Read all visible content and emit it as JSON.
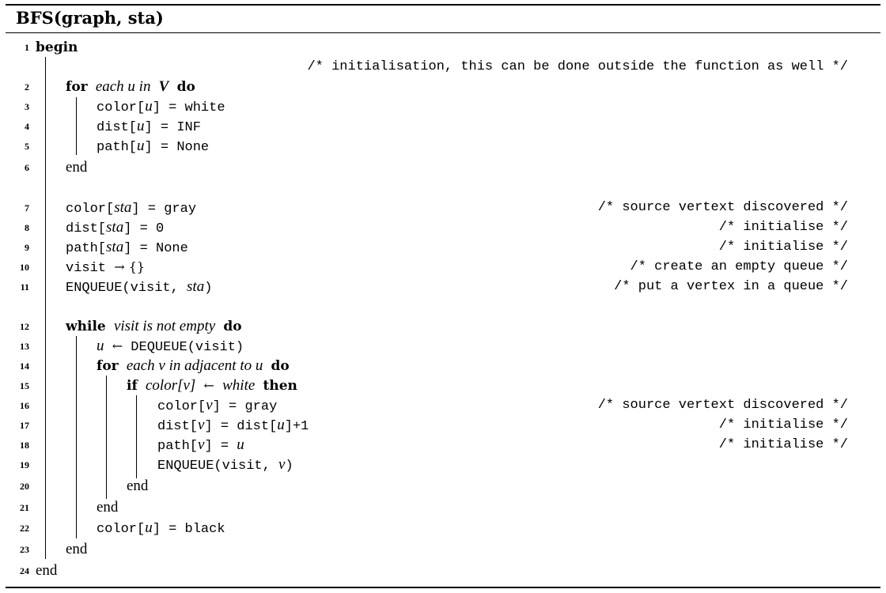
{
  "algorithm": {
    "title": "BFS(graph, sta)",
    "lines": [
      {
        "num": "1",
        "parts": [
          {
            "kw": "begin"
          }
        ]
      },
      {
        "num": "",
        "parts": [],
        "comment": "/* initialisation, this can be done outside the function as well */"
      },
      {
        "num": "2",
        "parts": [
          {
            "kw": "for"
          },
          {
            "t": " "
          },
          {
            "it": "each u in"
          },
          {
            "t": " "
          },
          {
            "itb": "V"
          },
          {
            "t": " "
          },
          {
            "kw": "do"
          }
        ]
      },
      {
        "num": "3",
        "parts": [
          {
            "t": "color["
          },
          {
            "it": "u"
          },
          {
            "t": "] = white"
          }
        ]
      },
      {
        "num": "4",
        "parts": [
          {
            "t": "dist["
          },
          {
            "it": "u"
          },
          {
            "t": "] = INF"
          }
        ]
      },
      {
        "num": "5",
        "parts": [
          {
            "t": "path["
          },
          {
            "it": "u"
          },
          {
            "t": "] = None"
          }
        ]
      },
      {
        "num": "6",
        "parts": [
          {
            "kwn": "end"
          }
        ]
      },
      {
        "num": "7",
        "parts": [
          {
            "t": "color["
          },
          {
            "it": "sta"
          },
          {
            "t": "] = gray"
          }
        ],
        "comment": "/* source vertext discovered */"
      },
      {
        "num": "8",
        "parts": [
          {
            "t": "dist["
          },
          {
            "it": "sta"
          },
          {
            "t": "] = 0"
          }
        ],
        "comment": "/* initialise */"
      },
      {
        "num": "9",
        "parts": [
          {
            "t": "path["
          },
          {
            "it": "sta"
          },
          {
            "t": "] = None"
          }
        ],
        "comment": "/* initialise */"
      },
      {
        "num": "10",
        "parts": [
          {
            "t": "visit "
          },
          {
            "sym": "→ {}"
          }
        ],
        "comment": "/* create an empty queue */"
      },
      {
        "num": "11",
        "parts": [
          {
            "t": "ENQUEUE(visit, "
          },
          {
            "it": "sta"
          },
          {
            "t": ")"
          }
        ],
        "comment": "/* put a vertex in a queue */"
      },
      {
        "num": "12",
        "parts": [
          {
            "kw": "while"
          },
          {
            "t": " "
          },
          {
            "it": "visit is not empty"
          },
          {
            "t": " "
          },
          {
            "kw": "do"
          }
        ]
      },
      {
        "num": "13",
        "parts": [
          {
            "it": "u"
          },
          {
            "t": " "
          },
          {
            "sym": "←"
          },
          {
            "t": " DEQUEUE(visit)"
          }
        ]
      },
      {
        "num": "14",
        "parts": [
          {
            "kw": "for"
          },
          {
            "t": " "
          },
          {
            "it": "each v in adjacent to u"
          },
          {
            "t": " "
          },
          {
            "kw": "do"
          }
        ]
      },
      {
        "num": "15",
        "parts": [
          {
            "kw": "if"
          },
          {
            "t": " "
          },
          {
            "it": "color[v]"
          },
          {
            "t": " "
          },
          {
            "sym": "←"
          },
          {
            "t": " "
          },
          {
            "it": "white"
          },
          {
            "t": " "
          },
          {
            "kw": "then"
          }
        ]
      },
      {
        "num": "16",
        "parts": [
          {
            "t": "color["
          },
          {
            "it": "v"
          },
          {
            "t": "] = gray"
          }
        ],
        "comment": "/* source vertext discovered */"
      },
      {
        "num": "17",
        "parts": [
          {
            "t": "dist["
          },
          {
            "it": "v"
          },
          {
            "t": "] = dist["
          },
          {
            "it": "u"
          },
          {
            "t": "]+1"
          }
        ],
        "comment": "/* initialise */"
      },
      {
        "num": "18",
        "parts": [
          {
            "t": "path["
          },
          {
            "it": "v"
          },
          {
            "t": "] = "
          },
          {
            "it": "u"
          }
        ],
        "comment": "/* initialise */"
      },
      {
        "num": "19",
        "parts": [
          {
            "t": "ENQUEUE(visit, "
          },
          {
            "it": "v"
          },
          {
            "t": ")"
          }
        ]
      },
      {
        "num": "20",
        "parts": [
          {
            "kwn": "end"
          }
        ]
      },
      {
        "num": "21",
        "parts": [
          {
            "kwn": "end"
          }
        ]
      },
      {
        "num": "22",
        "parts": [
          {
            "t": "color["
          },
          {
            "it": "u"
          },
          {
            "t": "] = black"
          }
        ]
      },
      {
        "num": "23",
        "parts": [
          {
            "kwn": "end"
          }
        ]
      },
      {
        "num": "24",
        "parts": [
          {
            "kwn": "end"
          }
        ]
      }
    ]
  }
}
